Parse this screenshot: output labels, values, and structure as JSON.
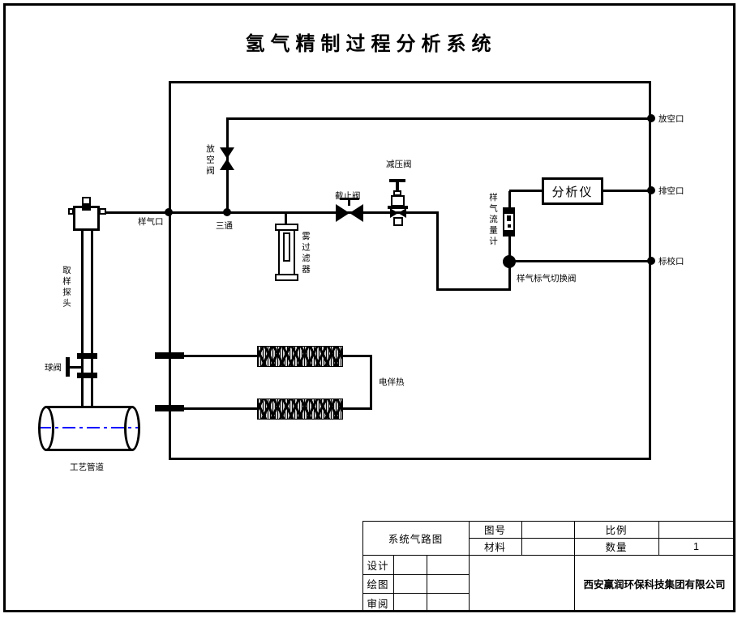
{
  "title": "氢气精制过程分析系统",
  "diagram": {
    "labels": {
      "sample_port": "样气口",
      "tee": "三通",
      "vent_valve": "放空阀",
      "filter": "雾过滤器",
      "stop_valve": "截止阀",
      "reducing_valve": "减压阀",
      "flow_meter": "样气流量计",
      "analyzer": "分析仪",
      "switch_valve": "样气标气切换阀",
      "vent_port": "放空口",
      "exhaust_port": "排空口",
      "calibration_port": "标校口",
      "probe": "取样探头",
      "ball_valve": "球阀",
      "process_pipe": "工艺管道",
      "heat_trace": "电伴热"
    },
    "colors": {
      "line": "#000000",
      "pipe_centerline": "#0000ff"
    }
  },
  "title_block": {
    "drawing_name": "系统气路图",
    "fields": {
      "drawing_no": "图号",
      "scale": "比例",
      "material": "材料",
      "quantity": "数量"
    },
    "values": {
      "quantity": "1"
    },
    "rows": {
      "design": "设计",
      "draft": "绘图",
      "review": "审阅"
    },
    "company": "西安赢润环保科技集团有限公司"
  }
}
